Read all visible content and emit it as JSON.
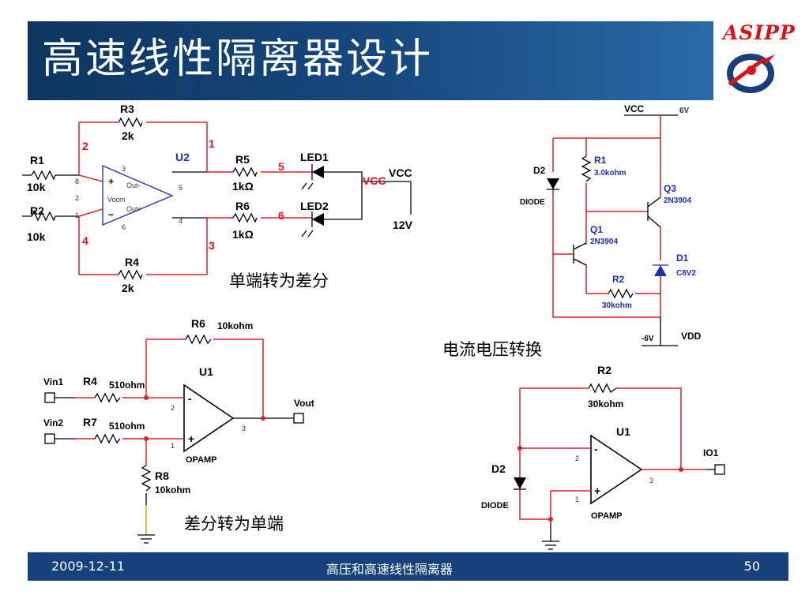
{
  "slide": {
    "title": "高速线性隔离器设计",
    "logo_text": "ASIPP",
    "footer": {
      "date": "2009-12-11",
      "title": "高压和高速线性隔离器",
      "page": "50"
    }
  },
  "colors": {
    "header": "#174a80",
    "footer": "#15427a",
    "wire_red": "#d7242a",
    "label_blue": "#1a2fb0",
    "logo_red": "#d4161b"
  },
  "circuits": {
    "single_to_diff": {
      "caption": "单端转为差分",
      "R1": "R1",
      "R1_val": "10k",
      "R2": "R2",
      "R2_val": "10k",
      "R3": "R3",
      "R3_val": "2k",
      "R4": "R4",
      "R4_val": "2k",
      "R5": "R5",
      "R5_val": "1kΩ",
      "R6": "R6",
      "R6_val": "1kΩ",
      "U2": "U2",
      "LED1": "LED1",
      "LED2": "LED2",
      "vcc_red": "VCC",
      "vcc": "VCC",
      "v12": "12V",
      "n1": "1",
      "n2": "2",
      "n3": "3",
      "n4": "4",
      "n5": "5",
      "n6": "6",
      "p8": "8",
      "p2": "2",
      "p3": "3",
      "p1": "1",
      "p5": "5",
      "p4": "4",
      "p6": "6",
      "out_minus": "Out-",
      "out_plus": "Out+",
      "vocm": "Vocm",
      "plus": "+",
      "minus": "−"
    },
    "current_voltage": {
      "caption": "电流电压转换",
      "VCC": "VCC",
      "v6": "6V",
      "vm6": "-6V",
      "VDD": "VDD",
      "R1": "R1",
      "R1_val": "3.0kohm",
      "D2": "D2",
      "D2_type": "DIODE",
      "Q3": "Q3",
      "Q3_type": "2N3904",
      "Q1": "Q1",
      "Q1_type": "2N3904",
      "D1": "D1",
      "D1_type": "C8V2",
      "R2": "R2",
      "R2_val": "30kohm"
    },
    "diff_to_single": {
      "caption": "差分转为单端",
      "R6": "R6",
      "R6_val": "10kohm",
      "U1": "U1",
      "Vin1": "Vin1",
      "R4": "R4",
      "R4_val": "510ohm",
      "Vin2": "Vin2",
      "R7": "R7",
      "R7_val": "510ohm",
      "R8": "R8",
      "R8_val": "10kohm",
      "Vout": "Vout",
      "OPAMP": "OPAMP",
      "p2": "2",
      "p1": "1",
      "p3": "3",
      "minus": "-",
      "plus": "+"
    },
    "photo_amp": {
      "R2": "R2",
      "R2_val": "30kohm",
      "U1": "U1",
      "D2": "D2",
      "D2_type": "DIODE",
      "IO1": "IO1",
      "OPAMP": "OPAMP",
      "p2": "2",
      "p1": "1",
      "p3": "3",
      "minus": "-",
      "plus": "+"
    }
  }
}
